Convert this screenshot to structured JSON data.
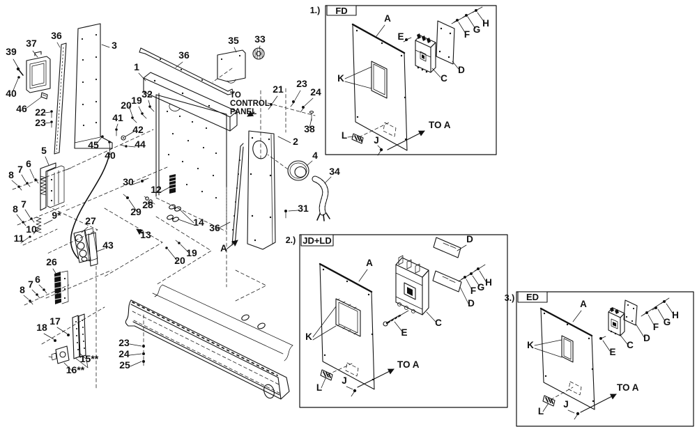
{
  "colors": {
    "ink": "#111111",
    "paper": "#ffffff"
  },
  "callouts": {
    "c1": "1",
    "c2": "2",
    "c3": "3",
    "c4": "4",
    "c5": "5",
    "c6": "6",
    "c7": "7",
    "c8": "8",
    "c9": "9*",
    "c10": "10",
    "c11": "11",
    "c12": "12",
    "c13": "13",
    "c14": "14",
    "c15": "15**",
    "c16": "16**",
    "c17": "17",
    "c18": "18",
    "c19": "19",
    "c20": "20",
    "c21": "21",
    "c22": "22",
    "c23": "23",
    "c24": "24",
    "c25": "25",
    "c26": "26",
    "c27": "27",
    "c28": "28",
    "c29": "29",
    "c30": "30",
    "c31": "31",
    "c32": "32",
    "c33": "33",
    "c34": "34",
    "c35": "35",
    "c36": "36",
    "c37": "37",
    "c38": "38",
    "c39": "39",
    "c40": "40",
    "c41": "41",
    "c42": "42",
    "c43": "43",
    "c44": "44",
    "c45": "45",
    "c46": "46"
  },
  "letters": {
    "A": "A",
    "C": "C",
    "D": "D",
    "E": "E",
    "F": "F",
    "G": "G",
    "H": "H",
    "J": "J",
    "K": "K",
    "L": "L"
  },
  "views": [
    {
      "num": "1.)",
      "tag": "FD"
    },
    {
      "num": "2.)",
      "tag": "JD+LD"
    },
    {
      "num": "3.)",
      "tag": "ED"
    }
  ],
  "notes": {
    "to_line1": "TO",
    "to_line2": "CONTROL",
    "to_line3": "PANEL",
    "to_a": "TO A"
  }
}
